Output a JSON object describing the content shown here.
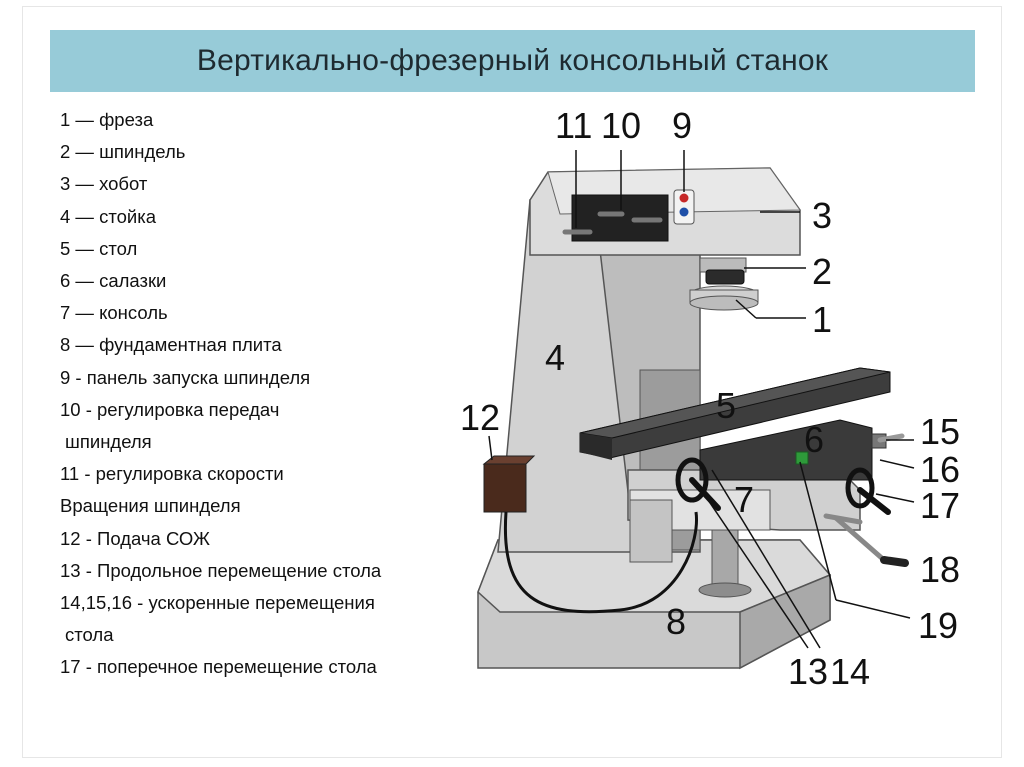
{
  "title": "Вертикально-фрезерный  консольный станок",
  "legend": [
    "1 — фреза",
    "2 — шпиндель",
    "3 — хобот",
    "4 — стойка",
    "5 — стол",
    "6 — салазки",
    "7 — консоль",
    "8 — фундаментная плита",
    "9 - панель запуска шпинделя",
    "10 - регулировка передач",
    " шпинделя",
    "11 - регулировка скорости",
    "Вращения  шпинделя",
    "12 - Подача СОЖ",
    "13 - Продольное перемещение стола",
    "14,15,16 - ускоренные перемещения",
    " стола",
    "17 - поперечное перемещение стола"
  ],
  "callouts": {
    "n1": "1",
    "n2": "2",
    "n3": "3",
    "n4": "4",
    "n5": "5",
    "n6": "6",
    "n7": "7",
    "n8": "8",
    "n9": "9",
    "n10": "10",
    "n11": "11",
    "n12": "12",
    "n13": "13",
    "n14": "14",
    "n15": "15",
    "n16": "16",
    "n17": "17",
    "n18": "18",
    "n19": "19"
  },
  "colors": {
    "title_bar": "#97cbd8",
    "machine_gray": "#cdcdcd",
    "machine_dark": "#3c3c3c",
    "coolant_box": "#4a2a1c"
  }
}
